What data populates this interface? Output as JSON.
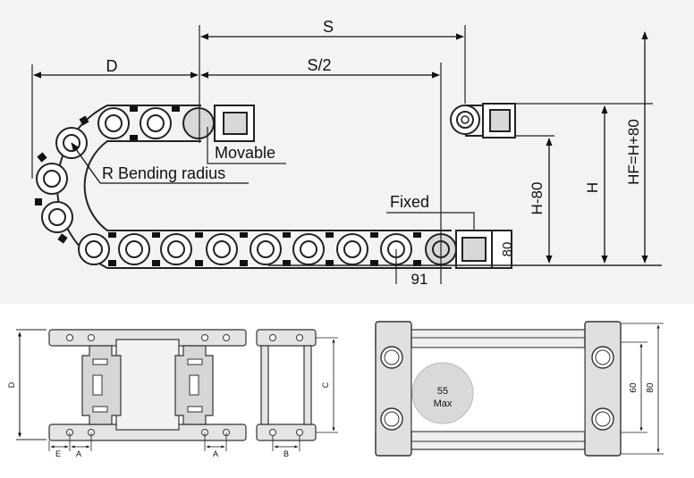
{
  "main_diagram": {
    "dim_S": "S",
    "dim_S_half": "S/2",
    "dim_D": "D",
    "movable": "Movable",
    "bending_radius": "R Bending radius",
    "fixed": "Fixed",
    "dim_91": "91",
    "dim_80": "80",
    "dim_H_minus_80": "H-80",
    "dim_H": "H",
    "dim_HF": "HF=H+80"
  },
  "top_view": {
    "dim_D": "D",
    "dim_E": "E",
    "dim_A_left": "A",
    "dim_A_right": "A"
  },
  "side_view": {
    "dim_C": "C",
    "dim_B": "B"
  },
  "section_view": {
    "capacity_value": "55",
    "capacity_unit": "Max",
    "dim_60": "60",
    "dim_80": "80"
  }
}
